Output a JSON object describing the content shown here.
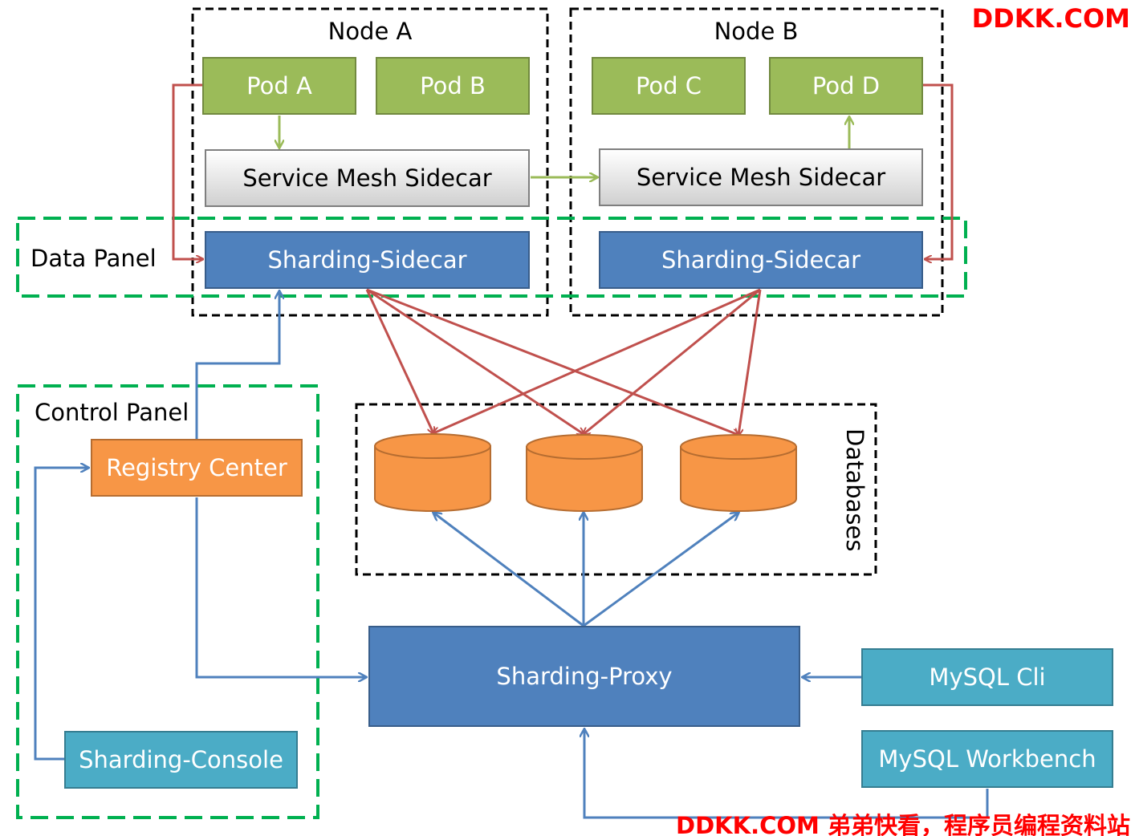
{
  "watermark_top": "DDKK.COM",
  "watermark_bottom": "DDKK.COM 弟弟快看，程序员编程资料站",
  "nodes": {
    "node_a": "Node A",
    "node_b": "Node B"
  },
  "pods": [
    "Pod A",
    "Pod B",
    "Pod C",
    "Pod D"
  ],
  "service_mesh_sidecar": "Service Mesh Sidecar",
  "sharding_sidecar": "Sharding-Sidecar",
  "data_panel": "Data Panel",
  "control_panel": "Control Panel",
  "registry_center": "Registry Center",
  "sharding_console": "Sharding-Console",
  "databases": "Databases",
  "sharding_proxy": "Sharding-Proxy",
  "mysql_cli": "MySQL Cli",
  "mysql_workbench": "MySQL Workbench",
  "colors": {
    "pod": "#9bbb59",
    "blue": "#4f81bd",
    "orange": "#f79646",
    "teal": "#4bacc6",
    "data_flow_red": "#c0504d",
    "control_flow_blue": "#4f81bd",
    "panel_green": "#00b050"
  }
}
